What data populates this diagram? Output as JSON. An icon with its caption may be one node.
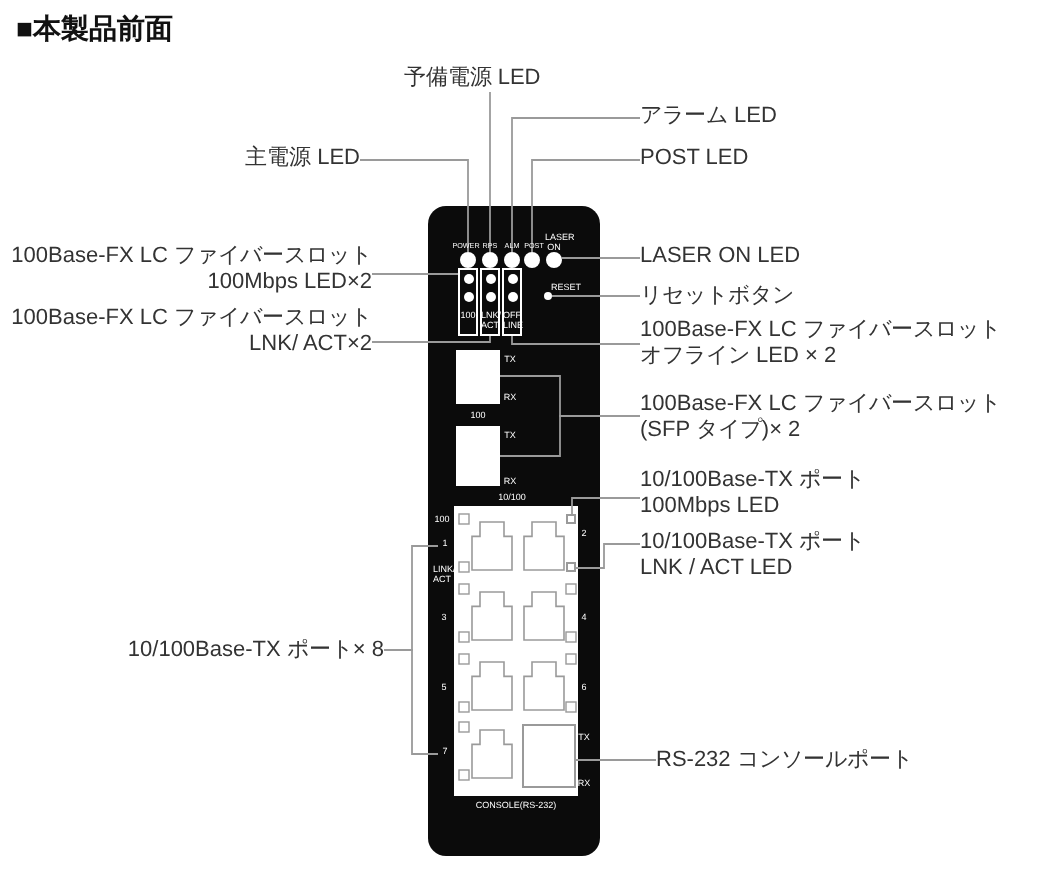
{
  "diagram": {
    "title": "■本製品前面",
    "nodes": [
      {
        "text": [
          "予備電源 LED"
        ]
      },
      {
        "text": [
          "アラーム LED"
        ]
      },
      {
        "text": [
          "主電源 LED"
        ]
      },
      {
        "text": [
          "POST LED"
        ]
      },
      {
        "text": [
          "100Base-FX LC ファイバースロット 100Mbps LED×2"
        ]
      },
      {
        "text": [
          "LASER ON LED"
        ]
      },
      {
        "text": [
          "リセットボタン"
        ]
      },
      {
        "text": [
          "100Base-FX LC ファイバースロット LNK/ ACT×2"
        ]
      },
      {
        "text": [
          "100Base-FX LC ファイバースロットオフライン LED × 2"
        ]
      },
      {
        "text": [
          "100Base-FX LC ファイバースロット(SFP タイプ)× 2"
        ]
      },
      {
        "text": [
          "10/100Base-TX ポート 100Mbps LED"
        ]
      },
      {
        "text": [
          "10/100Base-TX ポート LNK / ACT LED"
        ]
      },
      {
        "text": [
          "10/100Base-TX ポート× 8"
        ]
      },
      {
        "text": [
          "RS-232 コンソールポート"
        ]
      },
      {
        "text": [],
        "shape": "circle"
      },
      {
        "text": [],
        "shape": "circle"
      },
      {
        "text": [],
        "shape": "circle"
      },
      {
        "text": [],
        "shape": "circle"
      },
      {
        "text": [],
        "shape": "circle"
      },
      {
        "text": [],
        "shape": "circle"
      },
      {
        "text": [],
        "shape": "box"
      },
      {
        "text": [],
        "shape": "box"
      },
      {
        "text": [],
        "shape": "box"
      },
      {
        "text": [],
        "shape": "box",
        "beside": [
          "TX",
          "RX"
        ]
      },
      {
        "text": [],
        "shape": "box",
        "beside": [
          "TX",
          "RX"
        ]
      },
      {
        "text": [],
        "shape": "box"
      },
      {
        "text": [],
        "shape": "box"
      },
      {
        "text": [
          "1"
        ]
      },
      {
        "text": [
          "7"
        ]
      },
      {
        "text": [],
        "shape": "box",
        "beside": [
          "TX",
          "RX"
        ]
      }
    ],
    "edges": [
      {
        "from": 0,
        "to": 15,
        "arrow": "none"
      },
      {
        "from": 1,
        "to": 16,
        "arrow": "none"
      },
      {
        "from": 2,
        "to": 14,
        "arrow": "none"
      },
      {
        "from": 3,
        "to": 17,
        "arrow": "none"
      },
      {
        "from": 4,
        "to": 20,
        "arrow": "none"
      },
      {
        "from": 5,
        "to": 18,
        "arrow": "none"
      },
      {
        "from": 6,
        "to": 19,
        "arrow": "none"
      },
      {
        "from": 7,
        "to": 21,
        "arrow": "none"
      },
      {
        "from": 8,
        "to": 22,
        "arrow": "none"
      },
      {
        "from": 9,
        "to": 23,
        "arrow": "none"
      },
      {
        "from": 9,
        "to": 24,
        "arrow": "none"
      },
      {
        "from": 10,
        "to": 25,
        "arrow": "none"
      },
      {
        "from": 11,
        "to": 26,
        "arrow": "none"
      },
      {
        "from": 12,
        "to": 27,
        "arrow": "none"
      },
      {
        "from": 12,
        "to": 28,
        "arrow": "none"
      },
      {
        "from": 13,
        "to": 29,
        "arrow": "none"
      }
    ],
    "labels": [
      "POWER",
      "RPS",
      "ALM",
      "POST",
      "LASER ON",
      "RESET",
      "100",
      "LNK/ ACT",
      "OFF LINE",
      "100",
      "10/100",
      "100",
      "LINK/ ACT",
      "3",
      "5",
      "2",
      "4",
      "6",
      "CONSOLE(RS-232)"
    ]
  }
}
